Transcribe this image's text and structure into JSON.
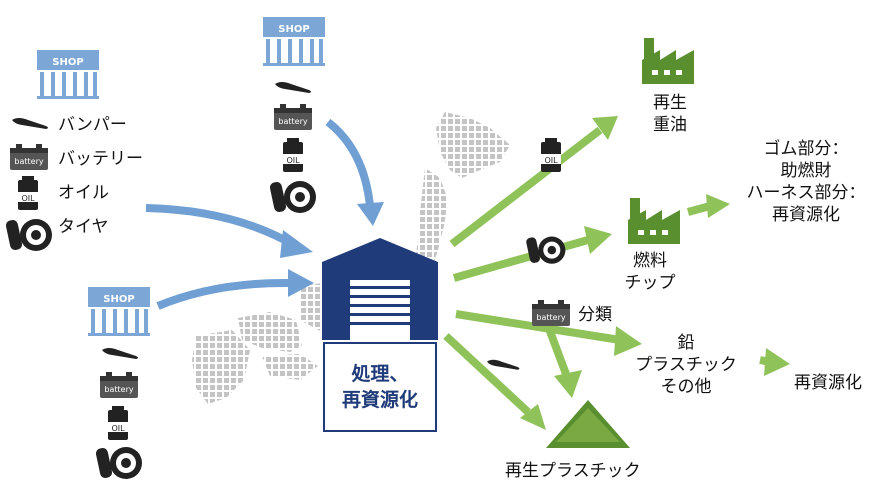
{
  "shop_label": "SHOP",
  "battery_label": "battery",
  "oil_label": "OIL",
  "legend": {
    "bumper": "バンパー",
    "battery": "バッテリー",
    "oil": "オイル",
    "tire": "タイヤ"
  },
  "hub": {
    "line1": "処理、",
    "line2": "再資源化"
  },
  "outputs": {
    "heavy_oil": {
      "line1": "再生",
      "line2": "重油"
    },
    "fuel_chip": {
      "line1": "燃料",
      "line2": "チップ"
    },
    "rubber_note": {
      "line1": "ゴム部分：",
      "line2": "助燃財",
      "line3": "ハーネス部分：",
      "line4": "再資源化"
    },
    "sorting": "分類",
    "lead_etc": {
      "line1": "鉛",
      "line2": "プラスチック",
      "line3": "その他"
    },
    "recycle": "再資源化",
    "plastic": "再生プラスチック"
  },
  "colors": {
    "shop_blue": "#7ba6d6",
    "arrow_blue": "#6f9fd3",
    "warehouse": "#1f3b7a",
    "arrow_green": "#8fc35a",
    "factory_green": "#5a8f2f",
    "icon_dark": "#222222",
    "map_gray": "#c8c8c8"
  }
}
